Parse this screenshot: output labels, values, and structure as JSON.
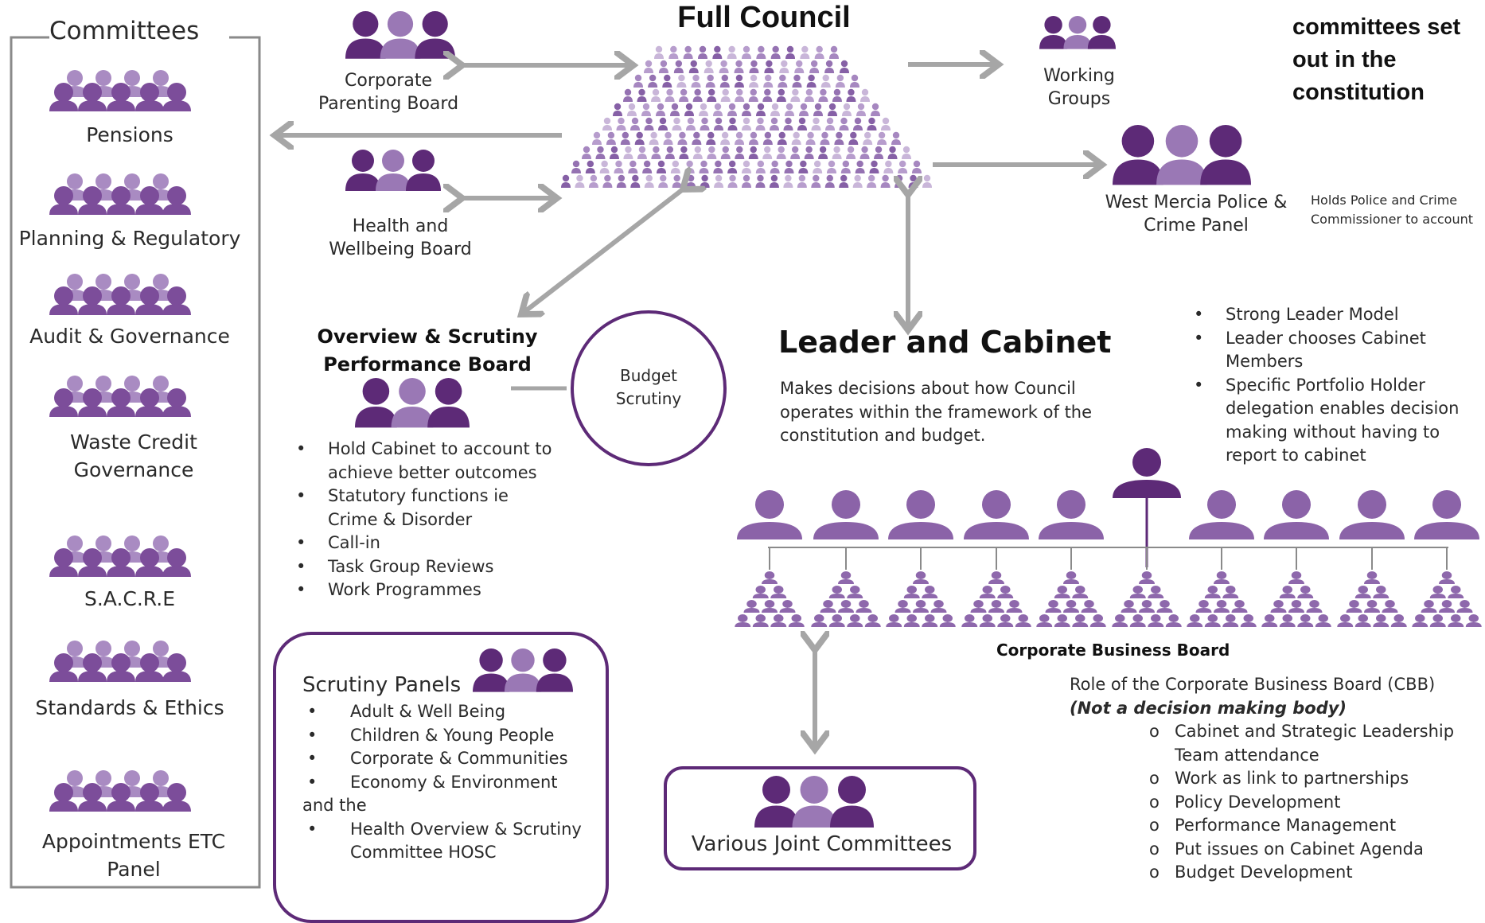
{
  "committees": {
    "title": "Committees",
    "items": [
      "Pensions",
      "Planning & Regulatory",
      "Audit  & Governance",
      "Waste Credit Governance",
      "S.A.C.R.E",
      "Standards & Ethics",
      "Appointments  ETC Panel"
    ]
  },
  "full_council": {
    "title": "Full Council"
  },
  "corporate_parenting": {
    "label": "Corporate Parenting Board"
  },
  "health_wellbeing": {
    "label": "Health and Wellbeing Board"
  },
  "working_groups": {
    "label": "Working Groups"
  },
  "police_panel": {
    "label": "West Mercia Police & Crime Panel",
    "note": "Holds Police and Crime Commissioner to account"
  },
  "top_right_note": {
    "text": "committees set out in the constitution"
  },
  "overview_scrutiny": {
    "title": "Overview & Scrutiny Performance Board",
    "bullets": [
      "Hold Cabinet to account to achieve better outcomes",
      "Statutory functions ie Crime & Disorder",
      "Call-in",
      "Task Group Reviews",
      "Work Programmes"
    ]
  },
  "budget_scrutiny": {
    "label": "Budget Scrutiny"
  },
  "scrutiny_panels": {
    "title": "Scrutiny Panels",
    "item_1": "Adult & Well Being",
    "item_2": "Children & Young People",
    "item_3": "Corporate & Communities",
    "item_4": "Economy  & Environment",
    "joiner": "and the",
    "item_5": "Health Overview & Scrutiny Committee  HOSC"
  },
  "leader_cabinet": {
    "title": "Leader and Cabinet",
    "description": "Makes decisions about how Council operates within the framework of the  constitution and budget.",
    "bullets": [
      "Strong Leader Model",
      "Leader chooses Cabinet Members",
      "Specific Portfolio Holder delegation enables decision making without having to report to cabinet"
    ]
  },
  "corporate_business_board": {
    "title": "Corporate Business Board",
    "role": "Role of the Corporate Business Board (CBB)",
    "not_decision": "(Not a decision  making body)",
    "items": [
      "Cabinet and Strategic Leadership Team attendance",
      "Work as link to partnerships",
      "Policy Development",
      "Performance Management",
      "Put issues on Cabinet Agenda",
      "Budget  Development"
    ]
  },
  "joint_committees": {
    "label": "Various Joint Committees"
  },
  "colors": {
    "dark_purple": "#5d2a77",
    "mid_purple": "#9a78b5",
    "light_purple": "#c9b6d9",
    "arrow_gray": "#a6a6a6"
  }
}
